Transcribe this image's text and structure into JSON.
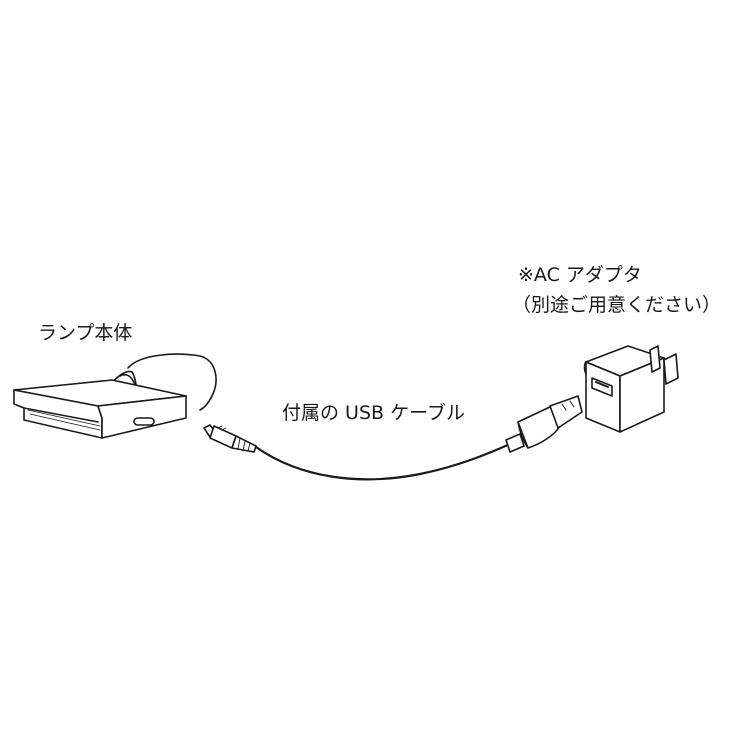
{
  "labels": {
    "lamp_body": "ランプ本体",
    "usb_cable": "付属の USB ケーブル",
    "ac_adapter": "※AC アダプタ",
    "ac_adapter_note": "（別途ご用意ください）"
  },
  "colors": {
    "line": "#1a1a1a",
    "fill": "#ffffff",
    "shade": "#cfcfcf"
  }
}
